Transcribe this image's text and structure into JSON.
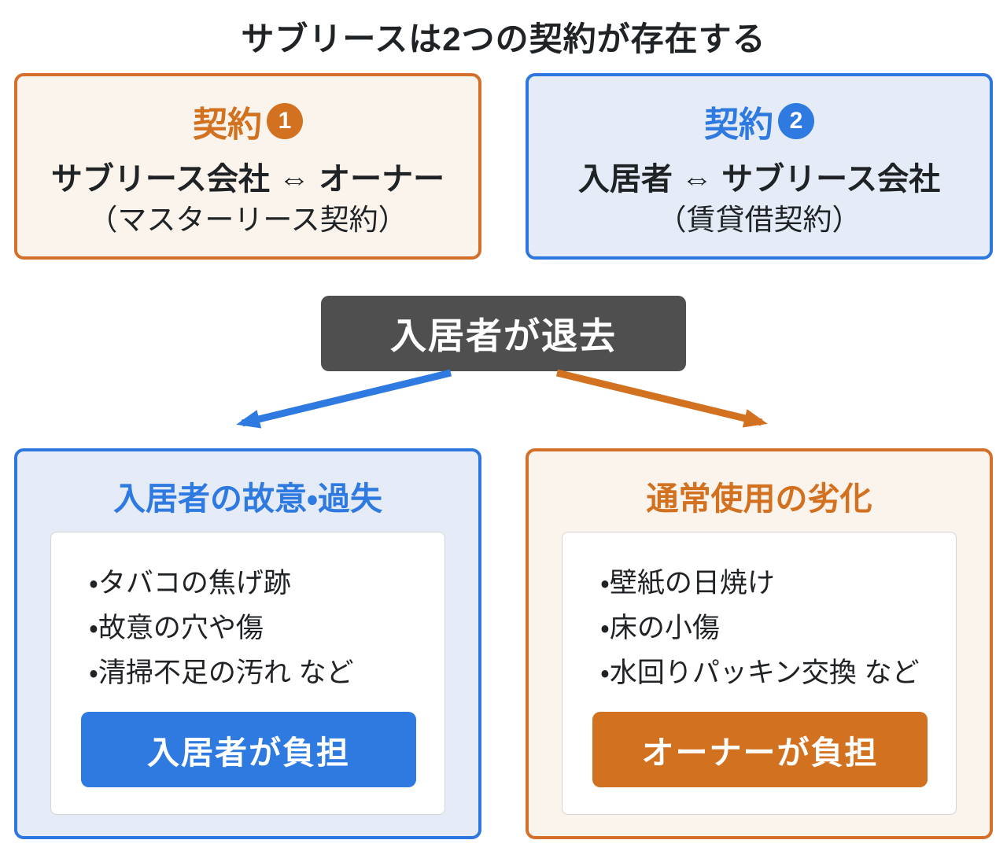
{
  "title": "サブリースは2つの契約が存在する",
  "colors": {
    "orange_accent": "#d2711f",
    "orange_border": "#d4702a",
    "orange_bg": "#fbf4ed",
    "blue_accent": "#2e7ae0",
    "blue_border": "#2e76e0",
    "blue_bg": "#e5ecf8",
    "dark_box_bg": "#4f4f50",
    "text_dark": "#202326"
  },
  "contracts": [
    {
      "label": "契約",
      "number": "1",
      "parties": "サブリース会社 ⇔ オーナー",
      "subtitle": "（マスターリース契約）"
    },
    {
      "label": "契約",
      "number": "2",
      "parties": "入居者 ⇔ サブリース会社",
      "subtitle": "（賃貸借契約）"
    }
  ],
  "event": {
    "label": "入居者が退去"
  },
  "outcomes": [
    {
      "heading": "入居者の故意・過失",
      "items": [
        "・タバコの焦げ跡",
        "・故意の穴や傷",
        "・清掃不足の汚れ など"
      ],
      "badge": "入居者が負担"
    },
    {
      "heading": "通常使用の劣化",
      "items": [
        "・壁紙の日焼け",
        "・床の小傷",
        "・水回りパッキン交換 など"
      ],
      "badge": "オーナーが負担"
    }
  ]
}
